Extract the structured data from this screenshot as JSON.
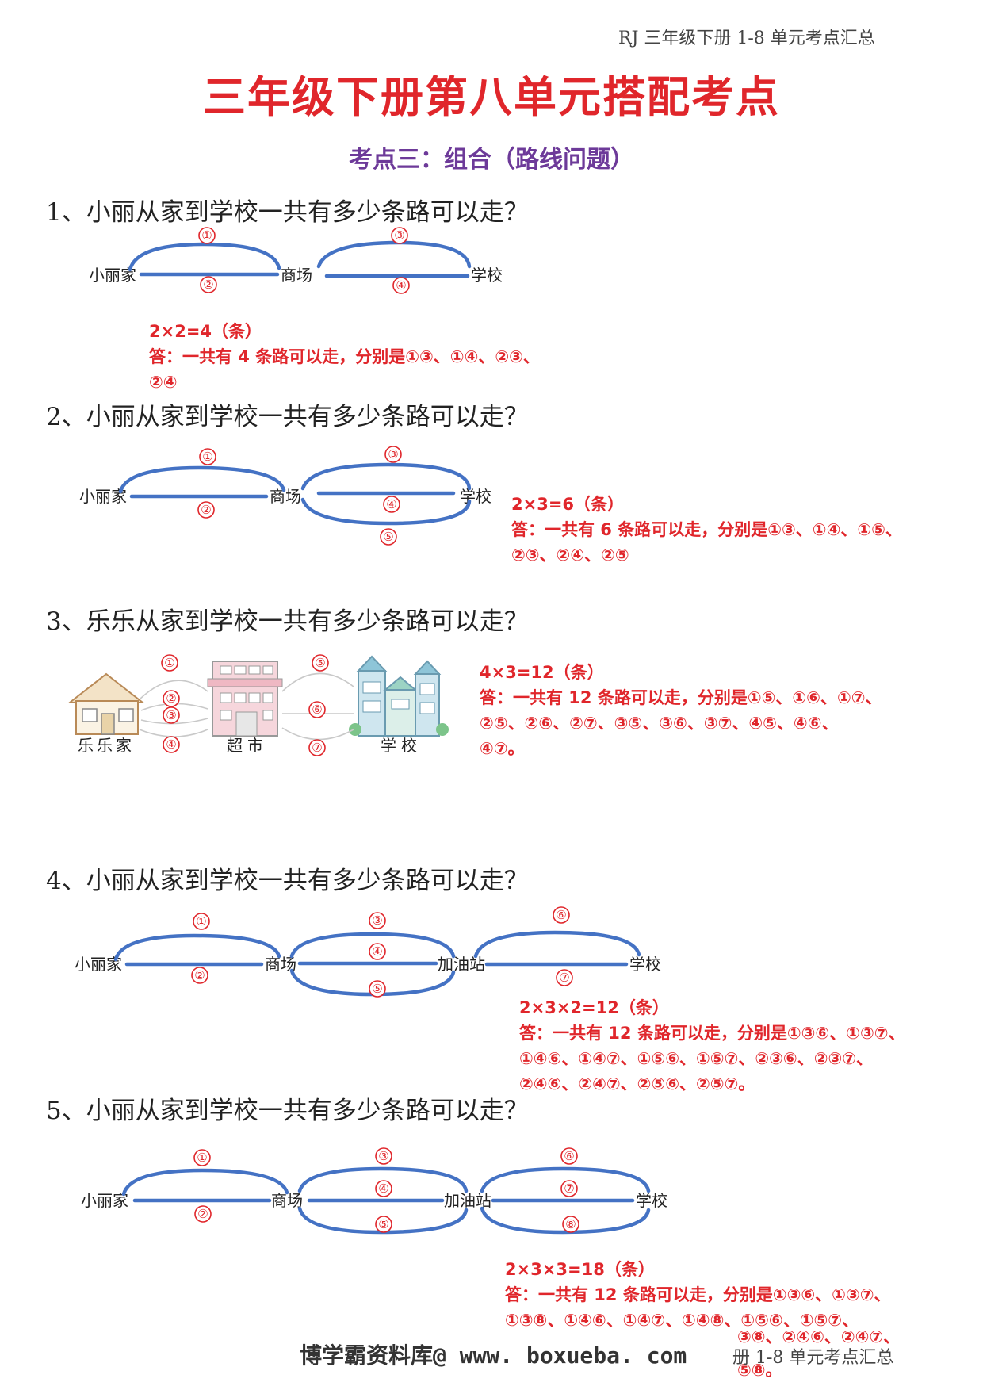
{
  "header_note": "RJ 三年级下册 1-8 单元考点汇总",
  "title": "三年级下册第八单元搭配考点",
  "subtitle": "考点三：组合（路线问题）",
  "problems": [
    {
      "question": "1、小丽从家到学校一共有多少条路可以走？",
      "places": [
        "小丽家",
        "商场",
        "学校"
      ],
      "routes": [
        "①",
        "②",
        "③",
        "④"
      ],
      "formula": "2×2=4（条）",
      "answer": [
        "答：一共有 4 条路可以走，分别是①③、①④、②③、",
        "②④"
      ]
    },
    {
      "question": "2、小丽从家到学校一共有多少条路可以走？",
      "places": [
        "小丽家",
        "商场",
        "学校"
      ],
      "routes": [
        "①",
        "②",
        "③",
        "④",
        "⑤"
      ],
      "formula": "2×3=6（条）",
      "answer": [
        "答：一共有 6 条路可以走，分别是①③、①④、①⑤、",
        "②③、②④、②⑤"
      ]
    },
    {
      "question": "3、乐乐从家到学校一共有多少条路可以走？",
      "places": [
        "乐乐家",
        "超市",
        "学校"
      ],
      "routes": [
        "①",
        "②",
        "③",
        "④",
        "⑤",
        "⑥",
        "⑦"
      ],
      "formula": "4×3=12（条）",
      "answer": [
        "答：一共有 12 条路可以走，分别是①⑤、①⑥、①⑦、",
        "②⑤、②⑥、②⑦、③⑤、③⑥、③⑦、④⑤、④⑥、",
        "④⑦。"
      ]
    },
    {
      "question": "4、小丽从家到学校一共有多少条路可以走？",
      "places": [
        "小丽家",
        "商场",
        "加油站",
        "学校"
      ],
      "routes": [
        "①",
        "②",
        "③",
        "④",
        "⑤",
        "⑥",
        "⑦"
      ],
      "formula": "2×3×2=12（条）",
      "answer": [
        "答：一共有 12 条路可以走，分别是①③⑥、①③⑦、",
        "①④⑥、①④⑦、①⑤⑥、①⑤⑦、②③⑥、②③⑦、",
        "②④⑥、②④⑦、②⑤⑥、②⑤⑦。"
      ]
    },
    {
      "question": "5、小丽从家到学校一共有多少条路可以走？",
      "places": [
        "小丽家",
        "商场",
        "加油站",
        "学校"
      ],
      "routes": [
        "①",
        "②",
        "③",
        "④",
        "⑤",
        "⑥",
        "⑦",
        "⑧"
      ],
      "formula": "2×3×3=18（条）",
      "answer": [
        "答：一共有 12 条路可以走，分别是①③⑥、①③⑦、",
        "①③⑧、①④⑥、①④⑦、①④⑧、①⑤⑥、①⑤⑦、"
      ],
      "answer_tail": "③⑧、②④⑥、②④⑦、",
      "answer_last": "⑤⑧。"
    }
  ],
  "footer": "博学霸资料库@ www. boxueba. com",
  "footer_note": "册 1-8 单元考点汇总"
}
